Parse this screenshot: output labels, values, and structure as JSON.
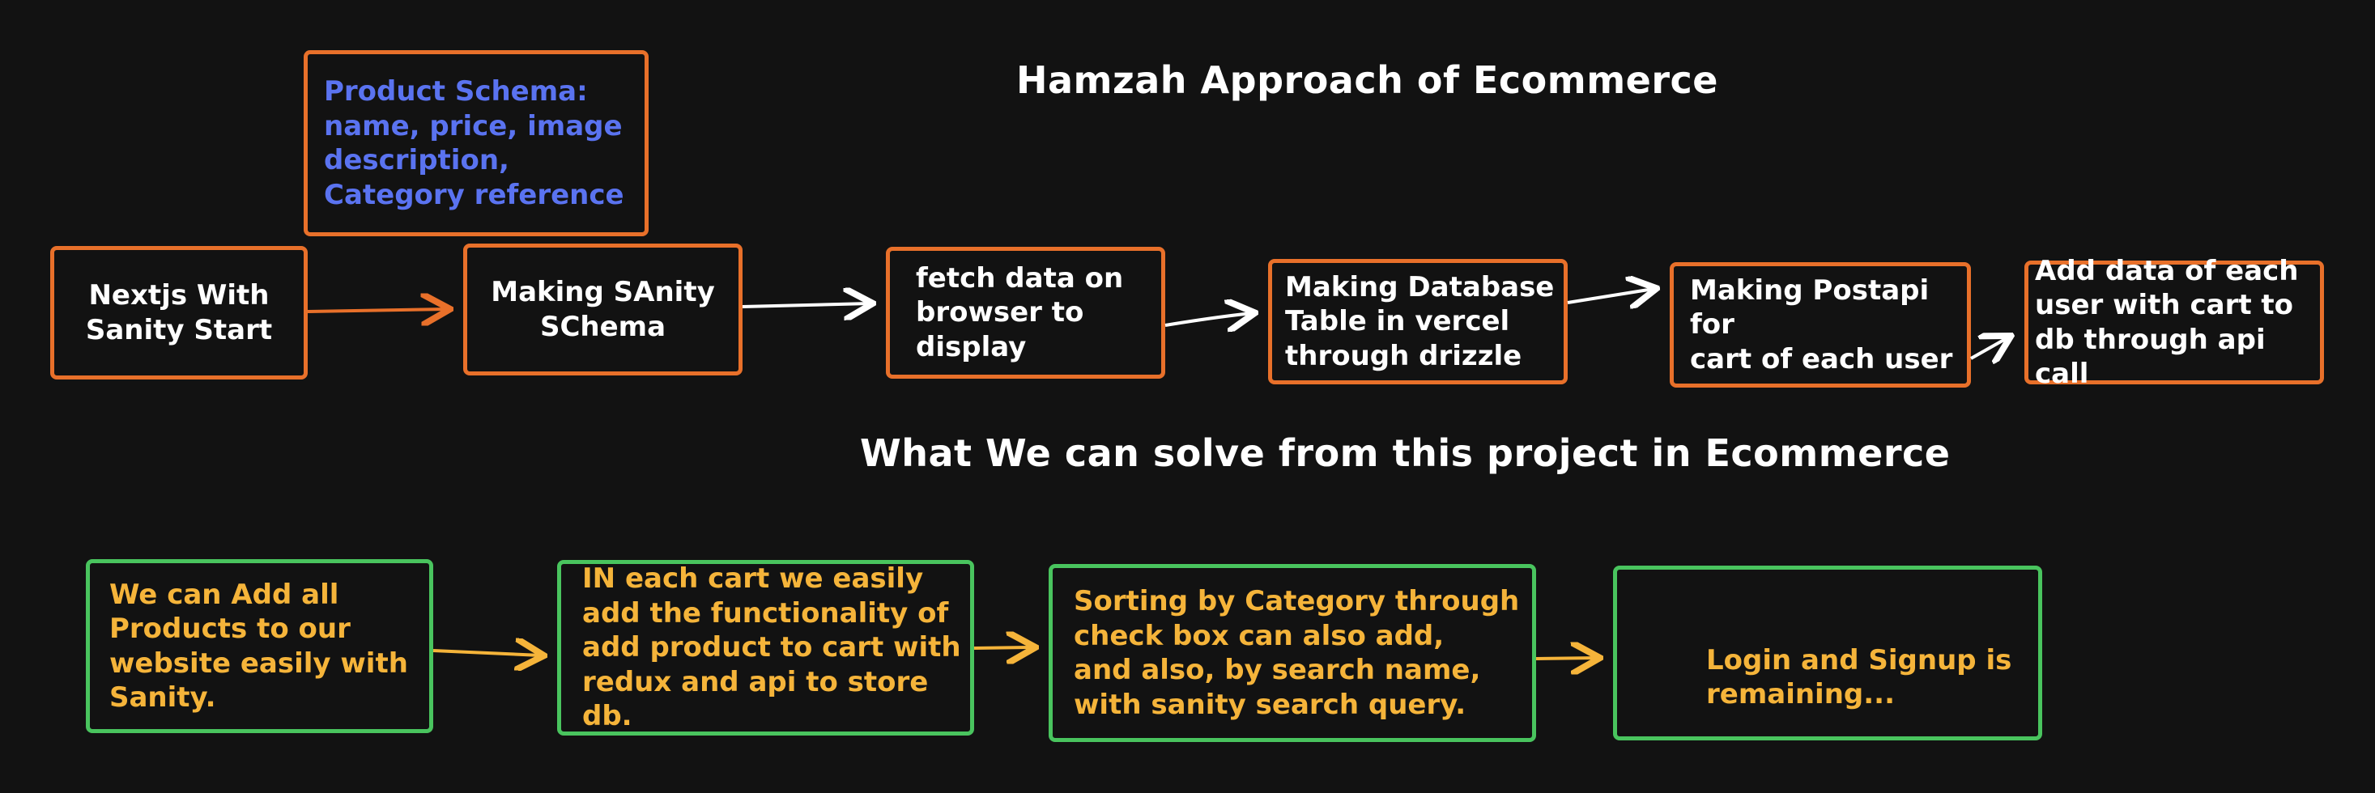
{
  "titles": {
    "approach": "Hamzah Approach of Ecommerce",
    "solve": "What We can solve from this project in Ecommerce"
  },
  "schema_note": "Product Schema:\nname, price, image\ndescription,\nCategory reference",
  "flow_top": [
    "Nextjs With\nSanity Start",
    "Making SAnity\nSChema",
    "fetch data on\nbrowser to\ndisplay",
    "Making Database\nTable in vercel\nthrough drizzle",
    "Making Postapi for\ncart of each user",
    "Add data of each\nuser with cart to\ndb through api call"
  ],
  "flow_bottom": [
    "We can Add all\nProducts to our\nwebsite easily with\nSanity.",
    "IN each cart we easily\nadd the functionality of\nadd product to cart with\nredux and api to store db.",
    "Sorting by Category through\ncheck box can also add,\nand also, by search name,\nwith sanity search query.",
    "Login and Signup is\nremaining..."
  ],
  "colors": {
    "background": "#121212",
    "orange_border": "#e8702a",
    "green_border": "#49c45e",
    "yellow_text": "#f5b43a",
    "blue_text": "#5a73f0",
    "white": "#ffffff"
  }
}
